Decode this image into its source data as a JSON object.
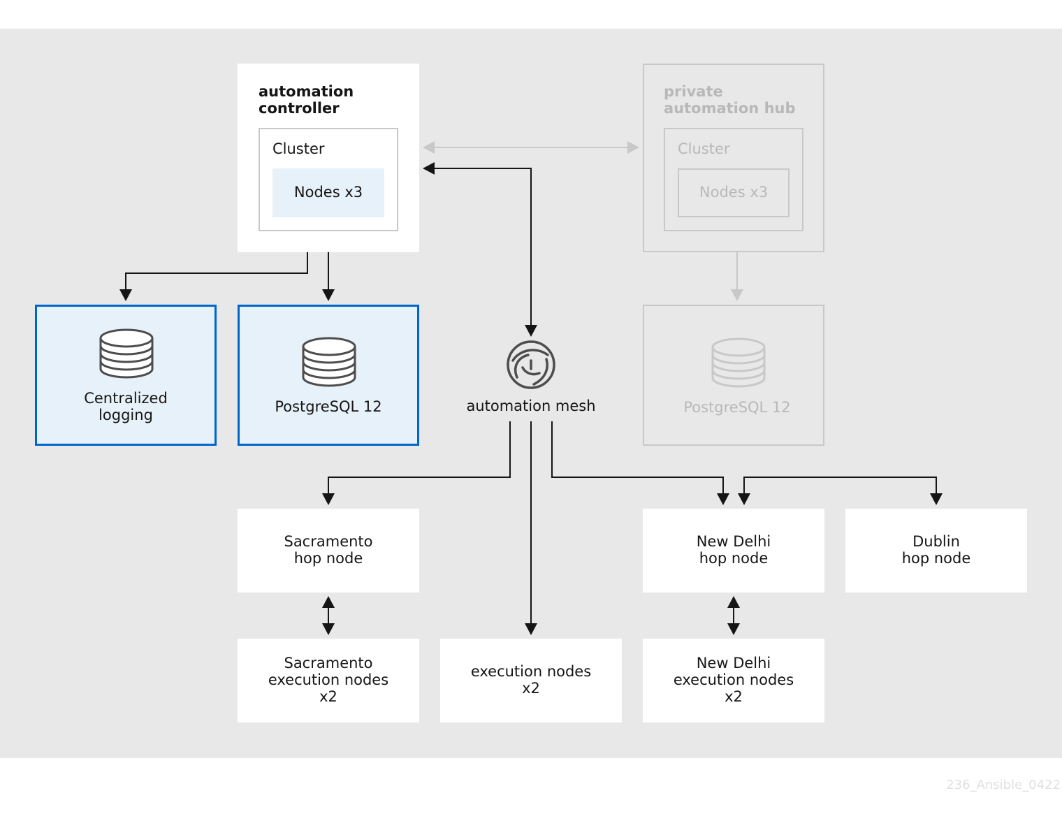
{
  "controller": {
    "title_line1": "automation",
    "title_line2": "controller",
    "cluster_label": "Cluster",
    "nodes_label": "Nodes x3"
  },
  "hub": {
    "title_line1": "private",
    "title_line2": "automation hub",
    "cluster_label": "Cluster",
    "nodes_label": "Nodes x3",
    "db_label": "PostgreSQL 12"
  },
  "logging": {
    "line1": "Centralized",
    "line2": "logging"
  },
  "postgres": {
    "label": "PostgreSQL 12"
  },
  "mesh": {
    "label": "automation mesh"
  },
  "sacramento_hop": {
    "line1": "Sacramento",
    "line2": "hop node"
  },
  "newdelhi_hop": {
    "line1": "New Delhi",
    "line2": "hop node"
  },
  "dublin_hop": {
    "line1": "Dublin",
    "line2": "hop node"
  },
  "sacramento_exec": {
    "line1": "Sacramento",
    "line2": "execution nodes",
    "line3": "x2"
  },
  "exec_nodes": {
    "line1": "execution nodes",
    "line2": "x2"
  },
  "newdelhi_exec": {
    "line1": "New Delhi",
    "line2": "execution nodes",
    "line3": "x2"
  },
  "footer": {
    "id": "236_Ansible_0422"
  },
  "colors": {
    "background": "#e8e8e8",
    "box": "#ffffff",
    "highlight_fill": "#e7f1fa",
    "highlight_border": "#0066cc",
    "line": "#151515",
    "faded": "#c8c8c8"
  }
}
